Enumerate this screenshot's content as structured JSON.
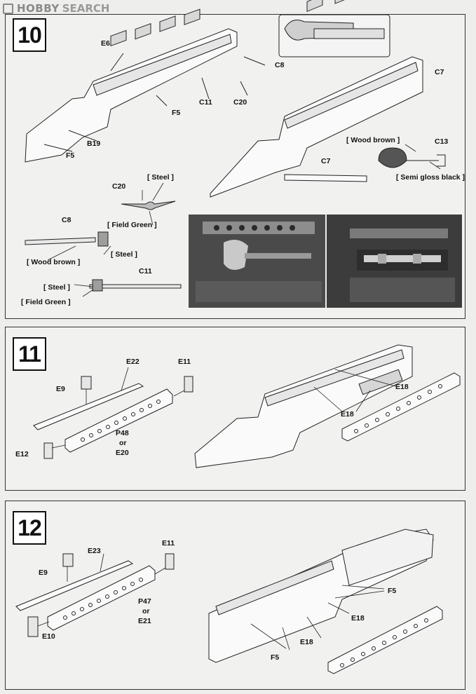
{
  "watermark": {
    "logo": "HOBBY",
    "text": "SEARCH"
  },
  "step10": {
    "number": "10",
    "parts": [
      "E6",
      "C8",
      "C11",
      "C20",
      "F5",
      "B19",
      "F5",
      "C7",
      "C13",
      "C7",
      "C20",
      "C8",
      "C11"
    ],
    "paints": {
      "wood_brown_1": "[ Wood brown ]",
      "semi_gloss_black": "[ Semi gloss black ]",
      "steel_1": "[ Steel ]",
      "field_green_1": "[ Field Green ]",
      "steel_2": "[ Steel ]",
      "wood_brown_2": "[ Wood brown ]",
      "steel_3": "[ Steel ]",
      "field_green_2": "[ Field Green ]"
    }
  },
  "step11": {
    "number": "11",
    "parts": [
      "E22",
      "E11",
      "E9",
      "P48",
      "or",
      "E20",
      "E12",
      "E18",
      "E18"
    ]
  },
  "step12": {
    "number": "12",
    "parts": [
      "E11",
      "E23",
      "E9",
      "P47",
      "or",
      "E21",
      "E10",
      "F5",
      "E18",
      "E18",
      "F5"
    ]
  }
}
